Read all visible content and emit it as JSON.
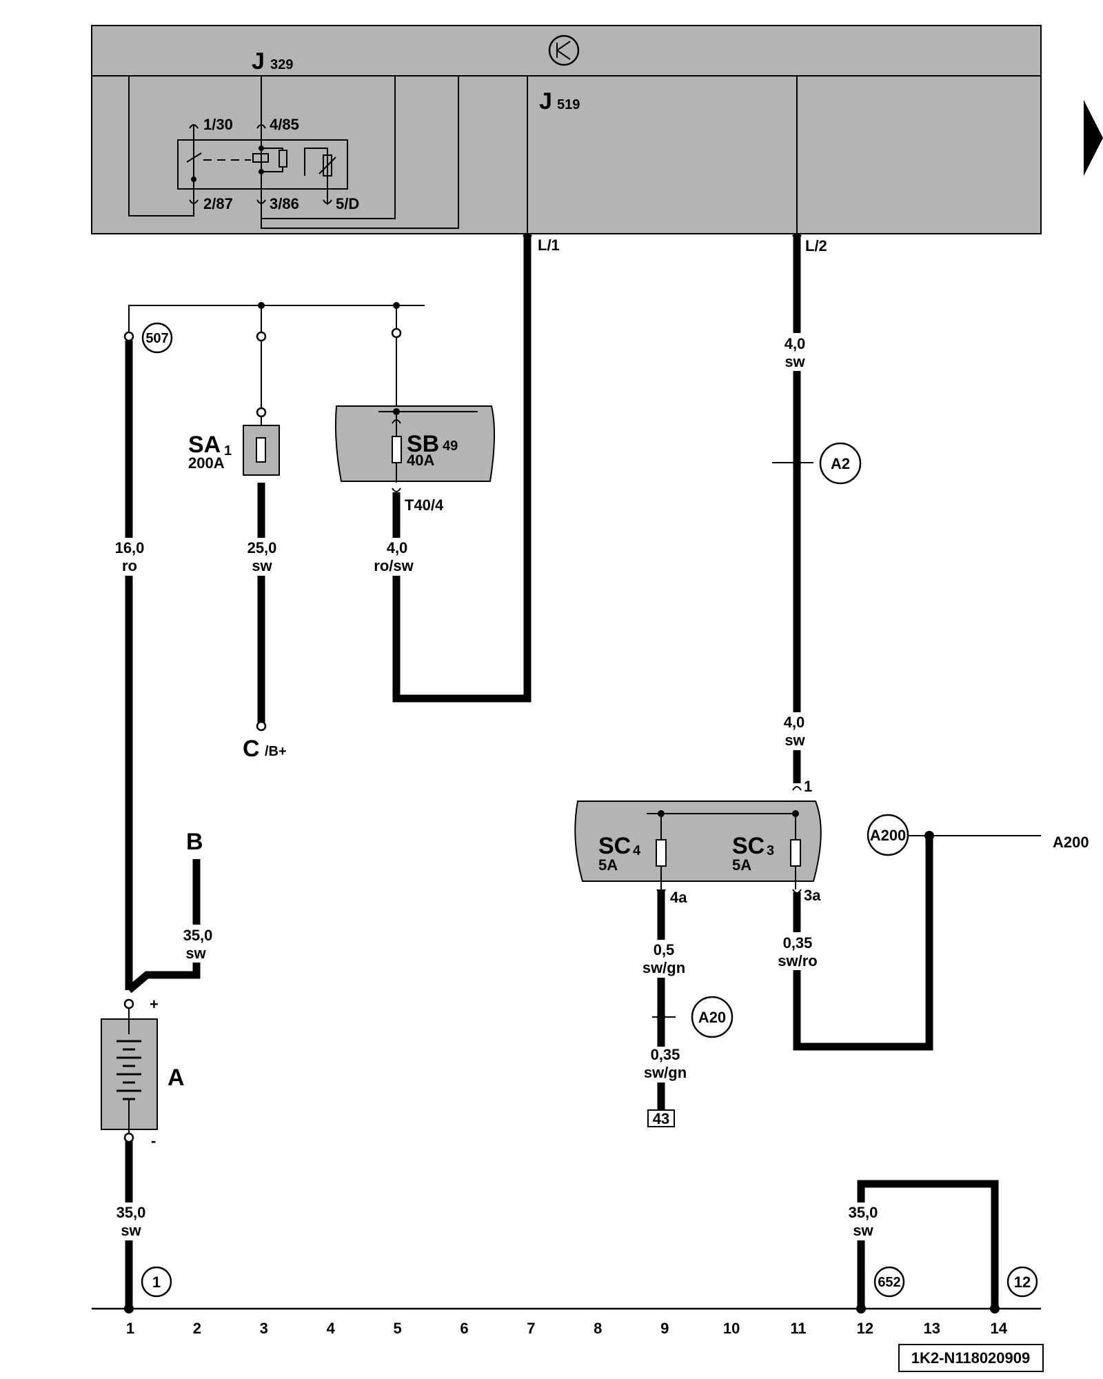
{
  "diagram": {
    "relay_label": "J",
    "relay_sub": "329",
    "module_label": "J",
    "module_sub": "519",
    "relay_pins": {
      "p130": "1/30",
      "p485": "4/85",
      "p287": "2/87",
      "p386": "3/86",
      "p5d": "5/D"
    },
    "module_pins": {
      "l1": "L/1",
      "l2": "L/2"
    },
    "circles": {
      "c507": "507",
      "a2": "A2",
      "a200": "A200",
      "a20": "A20",
      "c1": "1",
      "c652": "652",
      "c12": "12"
    },
    "a200_ref": "A200",
    "fuses": {
      "sa_name": "SA",
      "sa_sub": "1",
      "sa_rating": "200A",
      "sb_name": "SB",
      "sb_sub": "49",
      "sb_rating": "40A",
      "sb_pin": "T40/4",
      "sc4_name": "SC",
      "sc4_sub": "4",
      "sc4_rating": "5A",
      "sc4_pin": "4a",
      "sc3_name": "SC",
      "sc3_sub": "3",
      "sc3_rating": "5A",
      "sc3_pin": "3a",
      "sc_in_pin": "1"
    },
    "wires": {
      "w_16": {
        "size": "16,0",
        "color": "ro"
      },
      "w_25": {
        "size": "25,0",
        "color": "sw"
      },
      "w_4rosw": {
        "size": "4,0",
        "color": "ro/sw"
      },
      "w_4sw_top": {
        "size": "4,0",
        "color": "sw"
      },
      "w_4sw_bot": {
        "size": "4,0",
        "color": "sw"
      },
      "w_35_b": {
        "size": "35,0",
        "color": "sw"
      },
      "w_05": {
        "size": "0,5",
        "color": "sw/gn"
      },
      "w_035a": {
        "size": "0,35",
        "color": "sw/gn"
      },
      "w_035b": {
        "size": "0,35",
        "color": "sw/ro"
      },
      "w_35_gnd": {
        "size": "35,0",
        "color": "sw"
      },
      "w_35_r": {
        "size": "35,0",
        "color": "sw"
      }
    },
    "component_labels": {
      "c_name": "C",
      "c_sub": "/B+",
      "b": "B",
      "a": "A",
      "plus": "+",
      "minus": "-",
      "ref43": "43"
    },
    "ground_numbers": [
      "1",
      "2",
      "3",
      "4",
      "5",
      "6",
      "7",
      "8",
      "9",
      "10",
      "11",
      "12",
      "13",
      "14"
    ],
    "doc_id": "1K2-N118020909"
  }
}
